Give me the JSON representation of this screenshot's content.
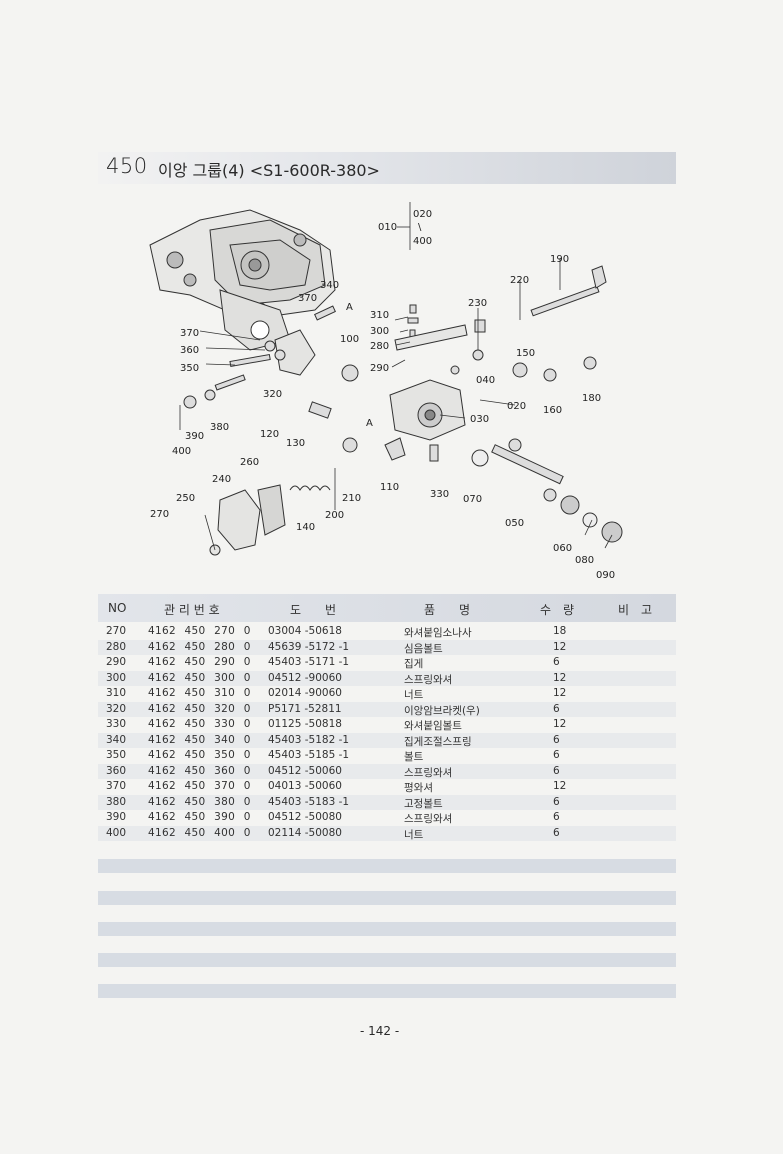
{
  "title": {
    "number": "450",
    "text": "이앙 그룹(4) <S1-600R-380>"
  },
  "diagram": {
    "callouts": {
      "c010": "010",
      "c020": "020",
      "c_tilde": "\\",
      "c400a": "400",
      "c190": "190",
      "c220": "220",
      "c230": "230",
      "c340": "340",
      "c370a": "370",
      "cA1": "A",
      "c310": "310",
      "c300": "300",
      "c280": "280",
      "c290": "290",
      "c370b": "370",
      "c360": "360",
      "c350": "350",
      "c100": "100",
      "c150": "150",
      "c040": "040",
      "c020b": "020",
      "c160": "160",
      "c180": "180",
      "c320": "320",
      "c030": "030",
      "cA2": "A",
      "c380": "380",
      "c390": "390",
      "c400b": "400",
      "c120": "120",
      "c130": "130",
      "c260": "260",
      "c240": "240",
      "c250": "250",
      "c270": "270",
      "c110": "110",
      "c210": "210",
      "c200": "200",
      "c140": "140",
      "c330": "330",
      "c070": "070",
      "c050": "050",
      "c060": "060",
      "c080": "080",
      "c090": "090"
    }
  },
  "table": {
    "headers": {
      "no": "NO",
      "mgmt": "관 리 번 호",
      "drawing": "도　　번",
      "name": "품　　명",
      "qty": "수　량",
      "note": "비　고"
    },
    "rows": [
      {
        "no": "270",
        "mgmt": "4162 450 270 0",
        "drawing": "03004 -50618",
        "name": "와셔붙임소나사",
        "qty": "18"
      },
      {
        "no": "280",
        "mgmt": "4162 450 280 0",
        "drawing": "45639 -5172 -1",
        "name": "심음볼트",
        "qty": "12"
      },
      {
        "no": "290",
        "mgmt": "4162 450 290 0",
        "drawing": "45403 -5171 -1",
        "name": "집게",
        "qty": "6"
      },
      {
        "no": "300",
        "mgmt": "4162 450 300 0",
        "drawing": "04512 -90060",
        "name": "스프링와셔",
        "qty": "12"
      },
      {
        "no": "310",
        "mgmt": "4162 450 310 0",
        "drawing": "02014 -90060",
        "name": "너트",
        "qty": "12"
      },
      {
        "no": "320",
        "mgmt": "4162 450 320 0",
        "drawing": "P5171 -52811",
        "name": "이앙암브라켓(우)",
        "qty": "6"
      },
      {
        "no": "330",
        "mgmt": "4162 450 330 0",
        "drawing": "01125 -50818",
        "name": "와셔붙임볼트",
        "qty": "12"
      },
      {
        "no": "340",
        "mgmt": "4162 450 340 0",
        "drawing": "45403 -5182 -1",
        "name": "집게조절스프링",
        "qty": "6"
      },
      {
        "no": "350",
        "mgmt": "4162 450 350 0",
        "drawing": "45403 -5185 -1",
        "name": "볼트",
        "qty": "6"
      },
      {
        "no": "360",
        "mgmt": "4162 450 360 0",
        "drawing": "04512 -50060",
        "name": "스프링와셔",
        "qty": "6"
      },
      {
        "no": "370",
        "mgmt": "4162 450 370 0",
        "drawing": "04013 -50060",
        "name": "평와셔",
        "qty": "12"
      },
      {
        "no": "380",
        "mgmt": "4162 450 380 0",
        "drawing": "45403 -5183 -1",
        "name": "고정볼트",
        "qty": "6"
      },
      {
        "no": "390",
        "mgmt": "4162 450 390 0",
        "drawing": "04512 -50080",
        "name": "스프링와셔",
        "qty": "6"
      },
      {
        "no": "400",
        "mgmt": "4162 450 400 0",
        "drawing": "02114 -50080",
        "name": "너트",
        "qty": "6"
      }
    ]
  },
  "footer": {
    "page_number": "- 142 -"
  }
}
